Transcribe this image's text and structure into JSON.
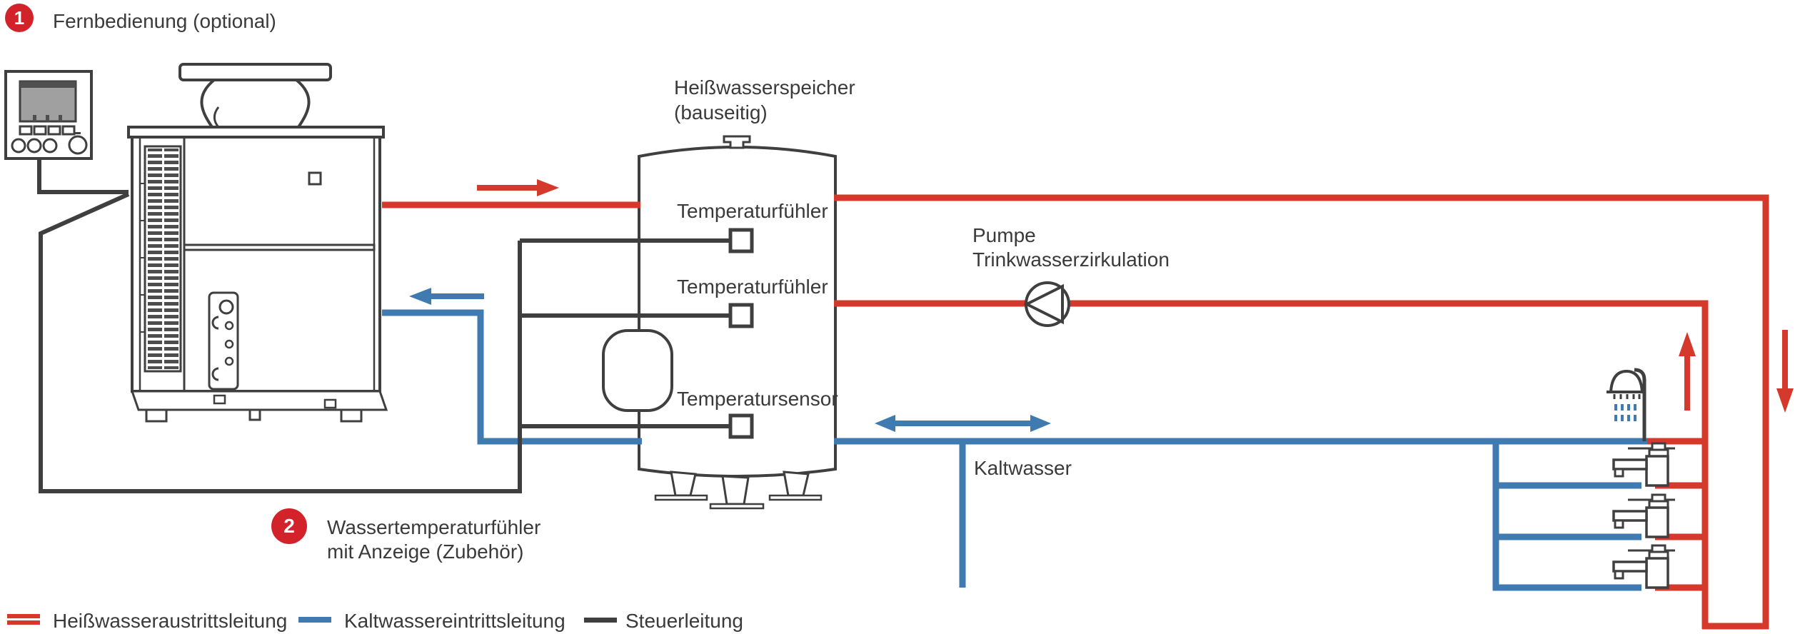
{
  "badges": {
    "one": {
      "number": "1",
      "label": "Fernbedienung (optional)"
    },
    "two": {
      "number": "2",
      "line1": "Wassertemperaturfühler",
      "line2": "mit Anzeige (Zubehör)"
    }
  },
  "tank": {
    "title_line1": "Heißwasserspeicher",
    "title_line2": "(bauseitig)",
    "sensor_top": "Temperaturfühler",
    "sensor_mid": "Temperaturfühler",
    "sensor_bottom": "Temperatursensor"
  },
  "pump": {
    "line1": "Pumpe",
    "line2": "Trinkwasserzirkulation"
  },
  "cold_water_label": "Kaltwasser",
  "legend": {
    "hot": "Heißwasseraustrittsleitung",
    "cold": "Kaltwassereintrittsleitung",
    "control": "Steuerleitung"
  },
  "colors": {
    "hot_line": "#d5392c",
    "cold_line": "#3f7ab0",
    "control_line": "#3f3f3f",
    "badge": "#d2232a"
  },
  "icons": {
    "heat_pump": "heat-pump-outdoor-unit",
    "remote": "remote-controller",
    "tank": "hot-water-storage-tank",
    "pump": "circulation-pump",
    "shower": "shower-head",
    "faucet": "water-tap"
  }
}
